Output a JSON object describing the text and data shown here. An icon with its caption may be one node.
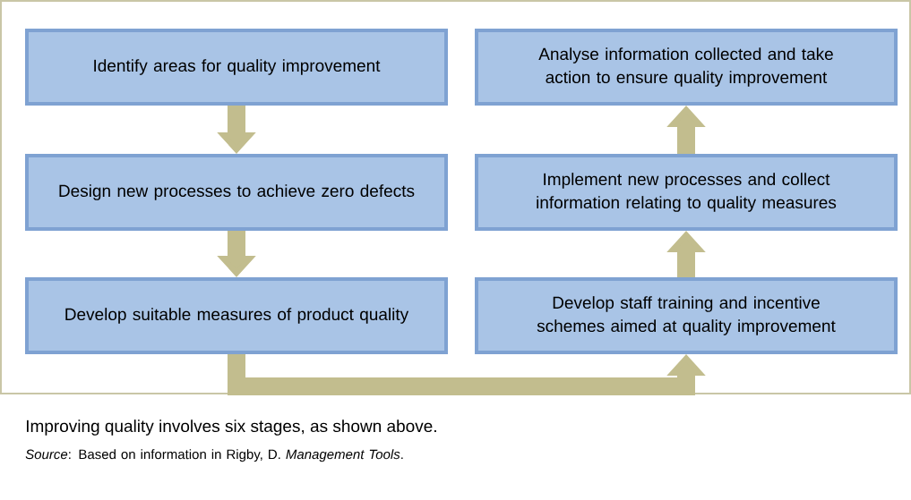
{
  "diagram": {
    "caption": "Improving quality involves six stages, as shown above.",
    "nodes": [
      {
        "text": [
          "Identify areas for quality improvement"
        ]
      },
      {
        "text": [
          "Design new processes to achieve zero defects"
        ]
      },
      {
        "text": [
          "Develop suitable measures of product quality"
        ]
      },
      {
        "text": [
          "Develop staff training and incentive schemes aimed at quality improvement"
        ]
      },
      {
        "text": [
          "Implement new processes and collect information relating to quality measures"
        ]
      },
      {
        "text": [
          "Analyse information collected and take action to ensure quality improvement"
        ]
      }
    ],
    "edges": [
      {
        "from": 0,
        "to": 1,
        "arrow": "to"
      },
      {
        "from": 1,
        "to": 2,
        "arrow": "to"
      },
      {
        "from": 2,
        "to": 3,
        "arrow": "to"
      },
      {
        "from": 3,
        "to": 4,
        "arrow": "to"
      },
      {
        "from": 4,
        "to": 5,
        "arrow": "to"
      }
    ],
    "labels": [
      "*Source*: Based on information in Rigby, D. *Management Tools*."
    ]
  }
}
